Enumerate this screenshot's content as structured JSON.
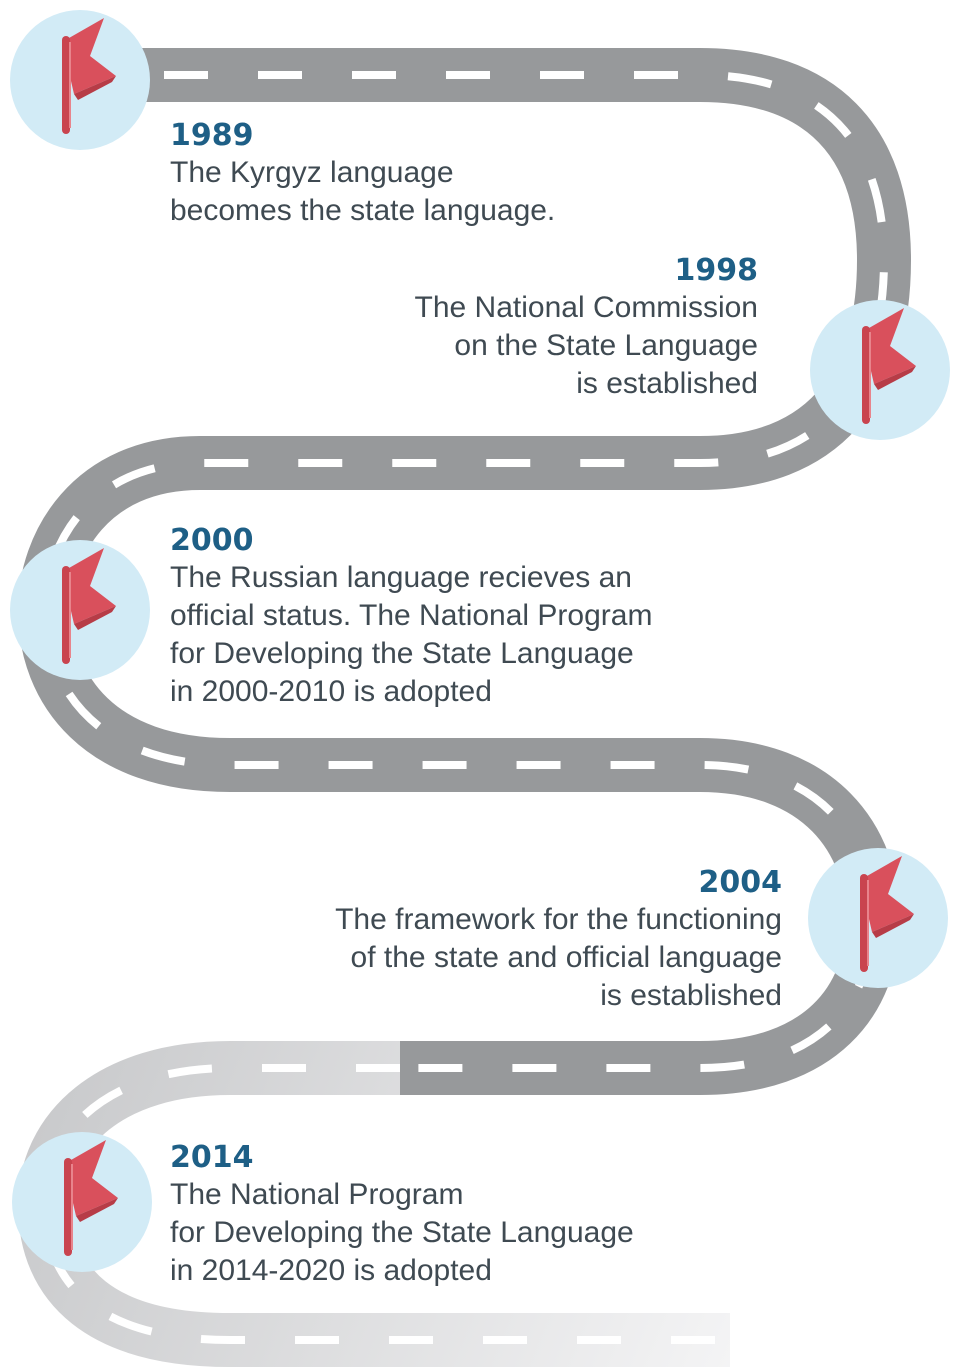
{
  "colors": {
    "road": "#97999b",
    "road_light": "#d8d9da",
    "lane_marking": "#ffffff",
    "marker_circle": "#d2ebf6",
    "flag": "#d9505c",
    "flag_shade": "#b73c47",
    "pole": "#c9444f",
    "year_text": "#1e5f86",
    "body_text": "#3f4a52"
  },
  "milestones": [
    {
      "year": "1989",
      "text": "The Kyrgyz language\nbecomes the state language.",
      "icon": "flag-icon"
    },
    {
      "year": "1998",
      "text": "The National Commission\non the State Language\nis established",
      "icon": "flag-icon"
    },
    {
      "year": "2000",
      "text": "The Russian language recieves an\nofficial status. The National Program\nfor Developing the State Language\nin 2000-2010 is adopted",
      "icon": "flag-icon"
    },
    {
      "year": "2004",
      "text": "The framework for the functioning\nof the state and official language\nis established",
      "icon": "flag-icon"
    },
    {
      "year": "2014",
      "text": "The National Program\nfor Developing the State Language\nin 2014-2020 is adopted",
      "icon": "flag-icon"
    }
  ]
}
